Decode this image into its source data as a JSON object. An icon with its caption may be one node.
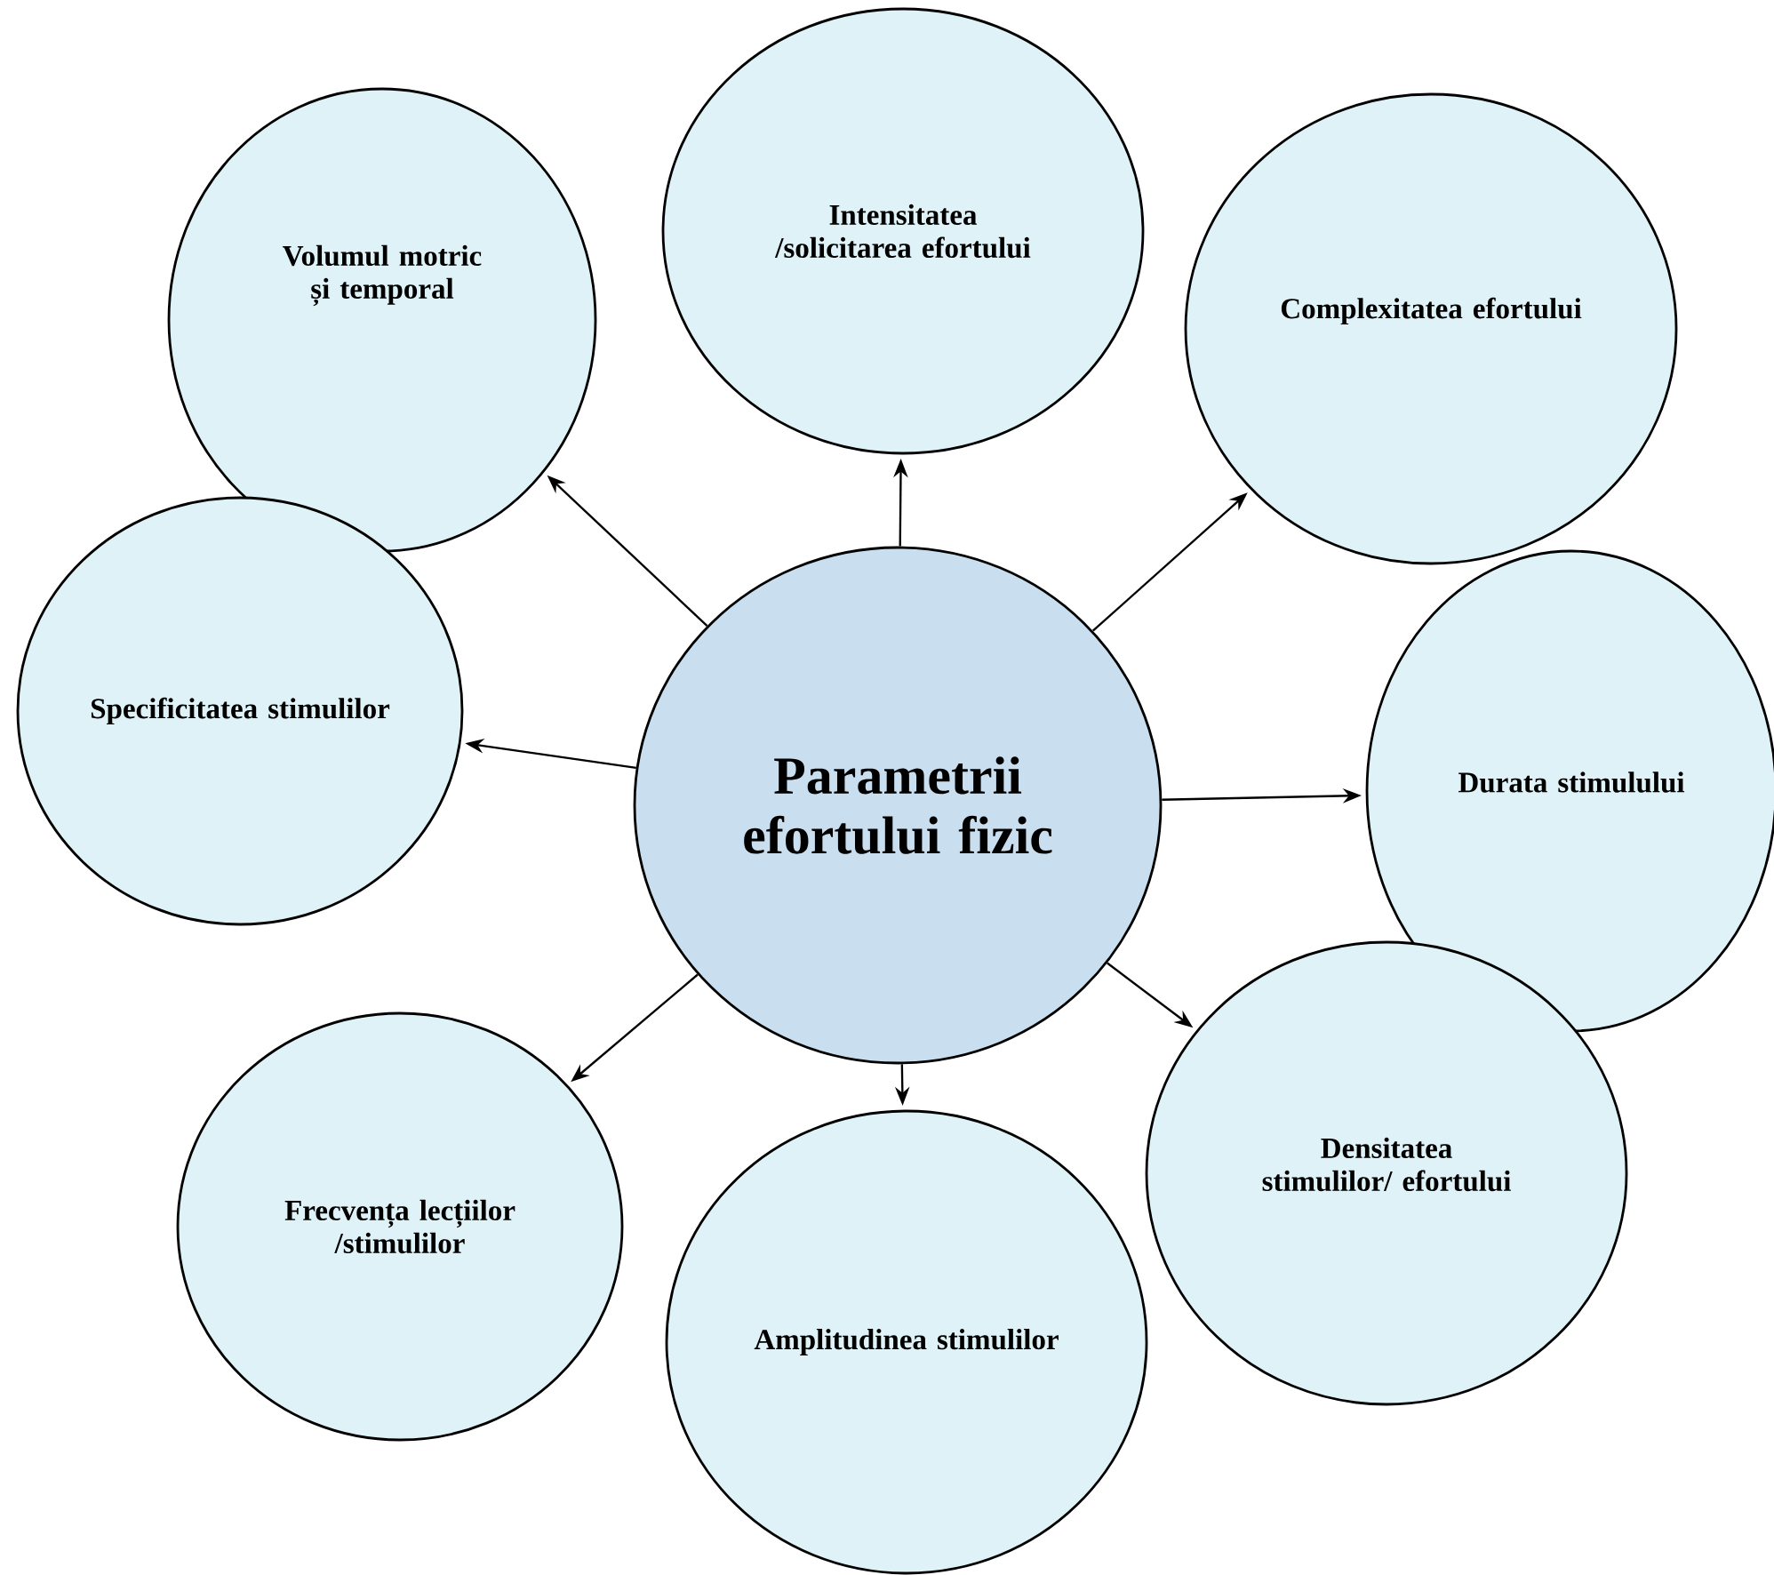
{
  "diagram": {
    "nodes": [
      {
        "text": [
          "Parametrii efortului fizic"
        ]
      },
      {
        "text": [
          "Volumul motric și temporal"
        ]
      },
      {
        "text": [
          "Intensitatea /solicitarea efortului"
        ]
      },
      {
        "text": [
          "Complexitatea efortului"
        ]
      },
      {
        "text": [
          "Specificitatea stimulilor"
        ]
      },
      {
        "text": [
          "Durata stimulului"
        ]
      },
      {
        "text": [
          "Frecvența lecțiilor /stimulilor"
        ]
      },
      {
        "text": [
          "Amplitudinea stimulilor"
        ]
      },
      {
        "text": [
          "Densitatea stimulilor/ efortului"
        ]
      }
    ],
    "edges": [
      {
        "from": 0,
        "to": 1,
        "arrow": "to"
      },
      {
        "from": 0,
        "to": 2,
        "arrow": "to"
      },
      {
        "from": 0,
        "to": 3,
        "arrow": "to"
      },
      {
        "from": 0,
        "to": 4,
        "arrow": "to"
      },
      {
        "from": 0,
        "to": 5,
        "arrow": "to"
      },
      {
        "from": 0,
        "to": 6,
        "arrow": "to"
      },
      {
        "from": 0,
        "to": 7,
        "arrow": "to"
      },
      {
        "from": 0,
        "to": 8,
        "arrow": "to"
      }
    ]
  }
}
